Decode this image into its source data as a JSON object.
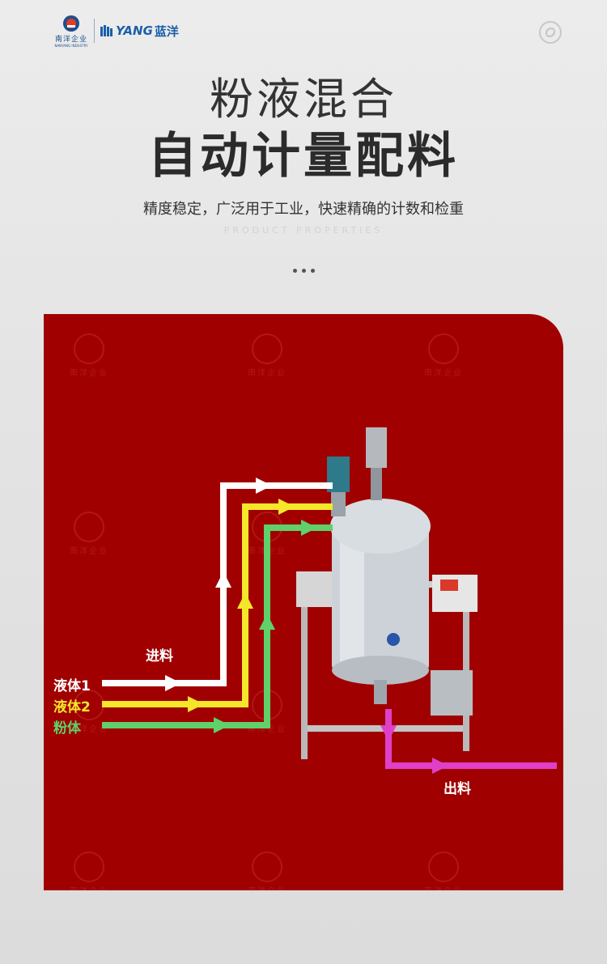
{
  "brand": {
    "logo1_text": "南洋企业",
    "logo1_sub": "NANYANG INDUSTRY",
    "logo2_latin": "YANG",
    "logo2_cn": "蓝洋"
  },
  "hero": {
    "title_line1": "粉液混合",
    "title_line2": "自动计量配料",
    "subtitle": "精度稳定，广泛用于工业，快速精确的计数和检重",
    "subtitle_en": "PRODUCT PROPERTIES"
  },
  "diagram": {
    "watermark_text": "南洋企业",
    "inputs_label": "进料",
    "output_label": "出料",
    "streams": [
      {
        "label": "液体1",
        "color": "#ffffff"
      },
      {
        "label": "液体2",
        "color": "#f5e62a"
      },
      {
        "label": "粉体",
        "color": "#5fd06a"
      }
    ],
    "output_color": "#e040c8"
  },
  "icons": {
    "share": "share-icon",
    "seal": "company-seal-icon"
  }
}
